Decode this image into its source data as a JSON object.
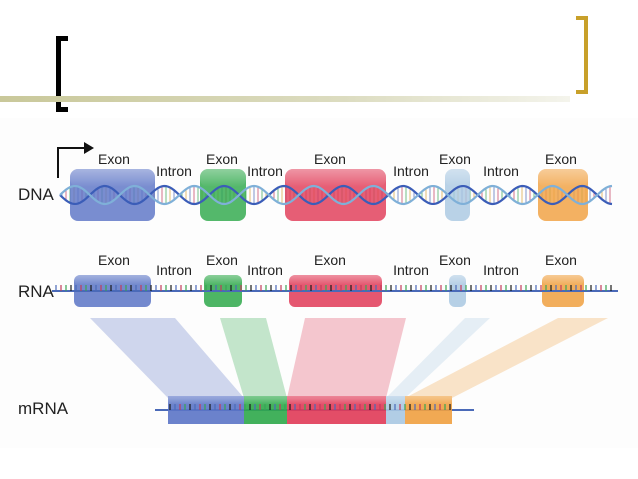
{
  "title": "",
  "rows": {
    "dna": "DNA",
    "rna": "RNA",
    "mrna": "mRNA"
  },
  "segments": [
    {
      "kind": "exon",
      "label": "Exon",
      "color": "#5b74c6"
    },
    {
      "kind": "intron",
      "label": "Intron"
    },
    {
      "kind": "exon",
      "label": "Exon",
      "color": "#2ea84a"
    },
    {
      "kind": "intron",
      "label": "Intron"
    },
    {
      "kind": "exon",
      "label": "Exon",
      "color": "#e03a57"
    },
    {
      "kind": "intron",
      "label": "Intron"
    },
    {
      "kind": "exon",
      "label": "Exon",
      "color": "#a9c8e2"
    },
    {
      "kind": "intron",
      "label": "Intron"
    },
    {
      "kind": "exon",
      "label": "Exon",
      "color": "#f0a040"
    }
  ],
  "colors": {
    "dna_strand_a": "#3b5db8",
    "dna_strand_b": "#7fb0d8",
    "rna_backbone": "#4a6ab8",
    "bracket_left": "#000000",
    "bracket_right": "#c8a02a"
  }
}
